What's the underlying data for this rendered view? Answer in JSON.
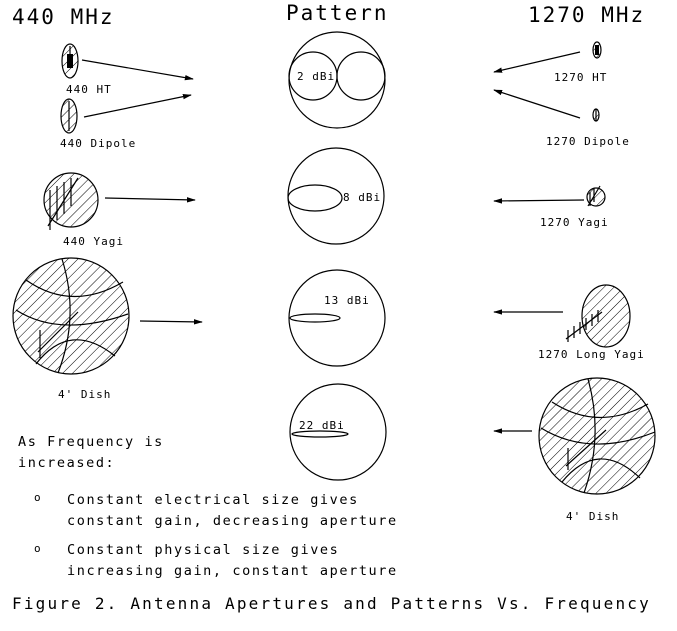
{
  "headers": {
    "left": "440 MHz",
    "center": "Pattern",
    "right": "1270 MHz"
  },
  "antennas": {
    "ht440": "440 HT",
    "dipole440": "440 Dipole",
    "yagi440": "440 Yagi",
    "dish440": "4' Dish",
    "ht1270": "1270 HT",
    "dipole1270": "1270 Dipole",
    "yagi1270": "1270 Yagi",
    "longyagi1270": "1270 Long Yagi",
    "dish1270": "4' Dish"
  },
  "patterns": [
    {
      "gain": "2 dBi"
    },
    {
      "gain": "8 dBi"
    },
    {
      "gain": "13 dBi"
    },
    {
      "gain": "22 dBi"
    }
  ],
  "notes": {
    "intro_line1": "As Frequency is",
    "intro_line2": "increased:",
    "bullet1_line1": "Constant electrical size gives",
    "bullet1_line2": "constant gain, decreasing aperture",
    "bullet2_line1": "Constant physical size gives",
    "bullet2_line2": "increasing gain, constant aperture",
    "bullet_marker": "o"
  },
  "caption": "Figure 2. Antenna Apertures and Patterns Vs. Frequency"
}
